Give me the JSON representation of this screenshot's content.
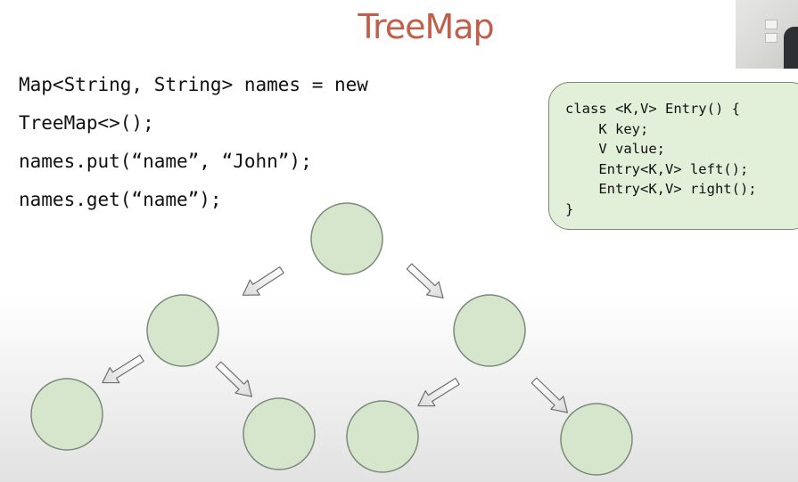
{
  "slide": {
    "title": "TreeMap"
  },
  "code": {
    "lines": [
      "Map<String, String> names = new",
      "TreeMap<>();",
      "names.put(“name”, “John”);",
      "names.get(“name”);"
    ]
  },
  "entry_class": {
    "lines": [
      "class <K,V> Entry() {",
      "    K key;",
      "    V value;",
      "    Entry<K,V> left();",
      "    Entry<K,V> right();",
      "}"
    ]
  },
  "colors": {
    "title": "#c0604a",
    "node_fill": "#d5e6cd",
    "node_stroke": "#7c8a7a",
    "box_fill": "#e2efd9"
  }
}
